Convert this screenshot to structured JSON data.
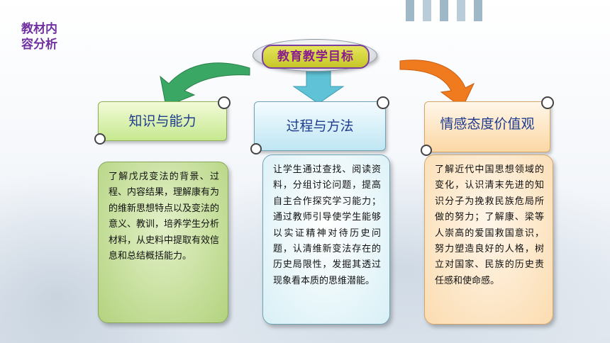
{
  "corner_title": [
    "教材内",
    "容分析"
  ],
  "center_title": "教育教学目标",
  "sections": [
    {
      "header": "知识与能力",
      "body": "了解戊戌变法的背景、过程、内容结果，理解康有为的维新思想特点以及变法的意义、教训，培养学生分析材料，从史料中提取有效信息和总结概括能力。"
    },
    {
      "header": "过程与方法",
      "body": "让学生通过查找、阅读资料，分组讨论问题，提高自主合作探究学习能力；通过教师引导使学生能够以实证精神对待历史问题，认清维新变法存在的历史局限性，发掘其透过现象看本质的思维潜能。"
    },
    {
      "header": "情感态度价值观",
      "body": "了解近代中国思想领域的变化，认识清末先进的知识分子为挽救民族危局所做的努力；了解康、梁等人崇高的爱国救国意识，努力塑造良好的人格，树立对国家、民族的历史责任感和使命感。"
    }
  ],
  "colors": {
    "corner_title": "#7030a0",
    "arrow_left": "#3aa864",
    "arrow_center": "#5fc2d6",
    "arrow_right": "#f07a1e",
    "header_text": "#1f3c8f"
  }
}
